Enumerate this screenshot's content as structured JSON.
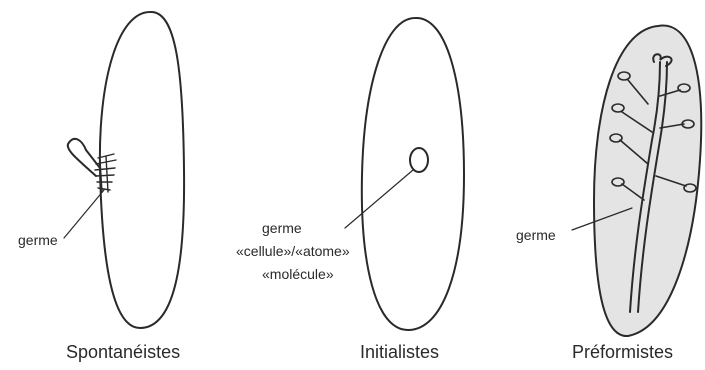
{
  "panels": [
    {
      "caption": "Spontanéistes",
      "labels": [
        "germe"
      ]
    },
    {
      "caption": "Initialistes",
      "labels": [
        "germe",
        "«cellule»/«atome»",
        "«molécule»"
      ]
    },
    {
      "caption": "Préformistes",
      "labels": [
        "germe"
      ]
    }
  ],
  "colors": {
    "ink": "#2a2a2a",
    "shade": "#e4e4e4"
  }
}
